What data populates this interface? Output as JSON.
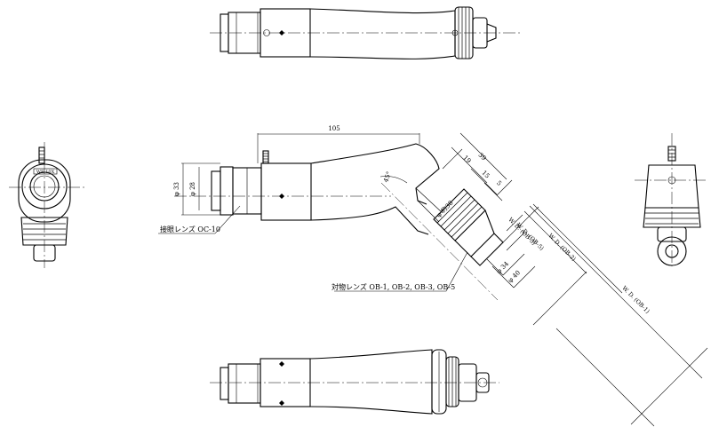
{
  "dimensions": {
    "length_105": "105",
    "angle_45": "45°",
    "dia_33": "φ 33",
    "dia_28": "φ 28",
    "dim_39": "39",
    "dim_19": "19",
    "dim_15": "15",
    "dim_5": "5",
    "dia_m38": "φ 約38",
    "dia_34": "φ 34",
    "dia_40": "φ 40",
    "wd_ob5": "W. D. (OB-5)",
    "wd_ob3": "W. D. (OB-3)",
    "wd_ob2": "W. D. (OB-2)",
    "wd_ob1": "W. D. (OB-1)"
  },
  "callouts": {
    "eyepiece": "接眼レンズ OC-10",
    "objective": "対物レンズ OB-1, OB-2, OB-3, OB-5"
  },
  "engraving": {
    "left_view_band": "WE 10X"
  }
}
